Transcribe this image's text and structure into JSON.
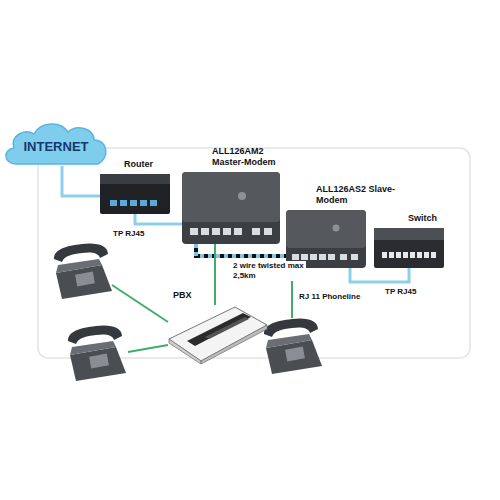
{
  "diagram": {
    "nodes": [
      {
        "text": [
          "INTERNET"
        ]
      },
      {
        "text": [
          "Router"
        ]
      },
      {
        "text": [
          "ALL126AM2 Master-Modem"
        ]
      },
      {
        "text": [
          "ALL126AS2 Slave-Modem"
        ]
      },
      {
        "text": [
          "Switch"
        ]
      },
      {
        "text": [
          "PBX"
        ]
      }
    ],
    "edges": [
      {
        "from": 0,
        "to": 1,
        "arrow": "none"
      },
      {
        "from": 1,
        "to": 2,
        "label": "TP RJ45",
        "arrow": "none"
      },
      {
        "from": 2,
        "to": 3,
        "label": "2 wire twisted max 2,5km",
        "arrow": "none"
      },
      {
        "from": 3,
        "to": 4,
        "label": "TP RJ45",
        "arrow": "none"
      },
      {
        "from": 5,
        "to": 2,
        "arrow": "none"
      }
    ],
    "labels": [
      "RJ 11 Phoneline"
    ]
  }
}
